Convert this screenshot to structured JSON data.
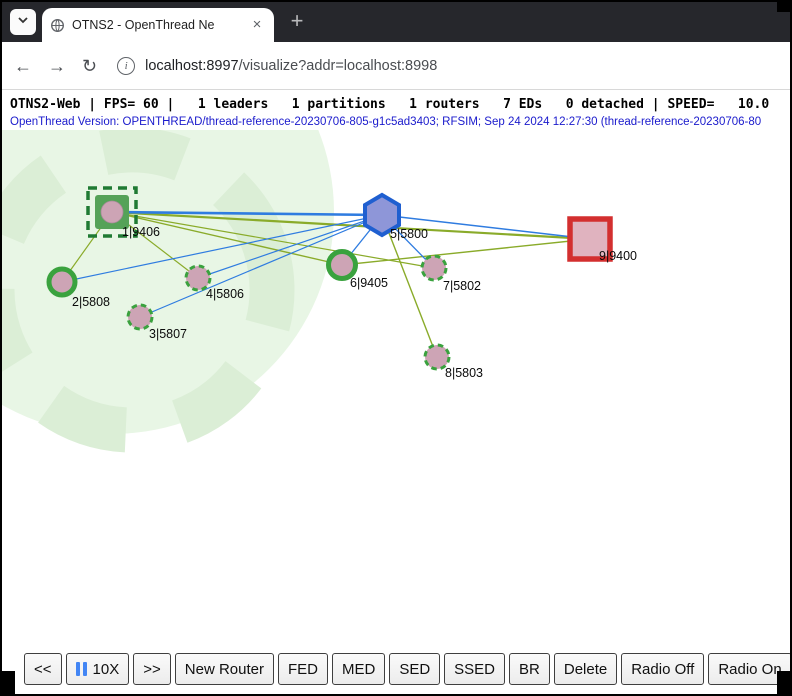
{
  "browser": {
    "tab_title": "OTNS2 - OpenThread Ne",
    "close_glyph": "×",
    "new_tab_glyph": "+",
    "back_glyph": "←",
    "forward_glyph": "→",
    "reload_glyph": "↻",
    "info_glyph": "i",
    "url_host": "localhost:8997",
    "url_rest": "/visualize?addr=localhost:8998"
  },
  "status_line": "OTNS2-Web | FPS= 60 |   1 leaders   1 partitions   1 routers   7 EDs   0 detached | SPEED=   10.0",
  "version_line": "OpenThread Version: OPENTHREAD/thread-reference-20230706-805-g1c5ad3403; RFSIM; Sep 24 2024 12:27:30 (thread-reference-20230706-80",
  "network": {
    "nodes": [
      {
        "label": "1|9406",
        "role": "selected-node-green-square"
      },
      {
        "label": "2|5808",
        "role": "end-device-solid-ring"
      },
      {
        "label": "3|5807",
        "role": "end-device-dashed-ring"
      },
      {
        "label": "4|5806",
        "role": "end-device-dashed-ring"
      },
      {
        "label": "5|5800",
        "role": "leader-hexagon"
      },
      {
        "label": "6|9405",
        "role": "end-device-solid-ring"
      },
      {
        "label": "7|5802",
        "role": "end-device-dashed-ring"
      },
      {
        "label": "8|5803",
        "role": "end-device-dashed-ring"
      },
      {
        "label": "9|9400",
        "role": "radio-off-red-square"
      }
    ],
    "edges": [
      {
        "from": "1|9406",
        "to": "5|5800",
        "color": "blue"
      },
      {
        "from": "5|5800",
        "to": "9|9400",
        "color": "blue"
      },
      {
        "from": "5|5800",
        "to": "6|9405",
        "color": "blue"
      },
      {
        "from": "5|5800",
        "to": "7|5802",
        "color": "blue"
      },
      {
        "from": "5|5800",
        "to": "4|5806",
        "color": "blue"
      },
      {
        "from": "5|5800",
        "to": "3|5807",
        "color": "blue"
      },
      {
        "from": "5|5800",
        "to": "2|5808",
        "color": "blue"
      },
      {
        "from": "1|9406",
        "to": "9|9400",
        "color": "green"
      },
      {
        "from": "1|9406",
        "to": "6|9405",
        "color": "green"
      },
      {
        "from": "1|9406",
        "to": "7|5802",
        "color": "green"
      },
      {
        "from": "1|9406",
        "to": "4|5806",
        "color": "green"
      },
      {
        "from": "1|9406",
        "to": "2|5808",
        "color": "green"
      },
      {
        "from": "6|9405",
        "to": "9|9400",
        "color": "green"
      },
      {
        "from": "8|5803",
        "to": "5|5800",
        "color": "green"
      }
    ]
  },
  "toolbar": {
    "buttons": [
      "<<",
      "10X",
      ">>",
      "New Router",
      "FED",
      "MED",
      "SED",
      "SSED",
      "BR",
      "Delete",
      "Radio Off",
      "Radio On"
    ]
  },
  "colors": {
    "edge_blue": "#2f7ce0",
    "edge_green": "#8aab2a",
    "node_green": "#3aa23e",
    "leader_border_blue": "#1f5fd0",
    "radio_off_red": "#d32f2f",
    "range_fill_green": "#e8f6e5",
    "pause_accent": "#4285f4",
    "version_link_blue": "#1a1acc"
  }
}
